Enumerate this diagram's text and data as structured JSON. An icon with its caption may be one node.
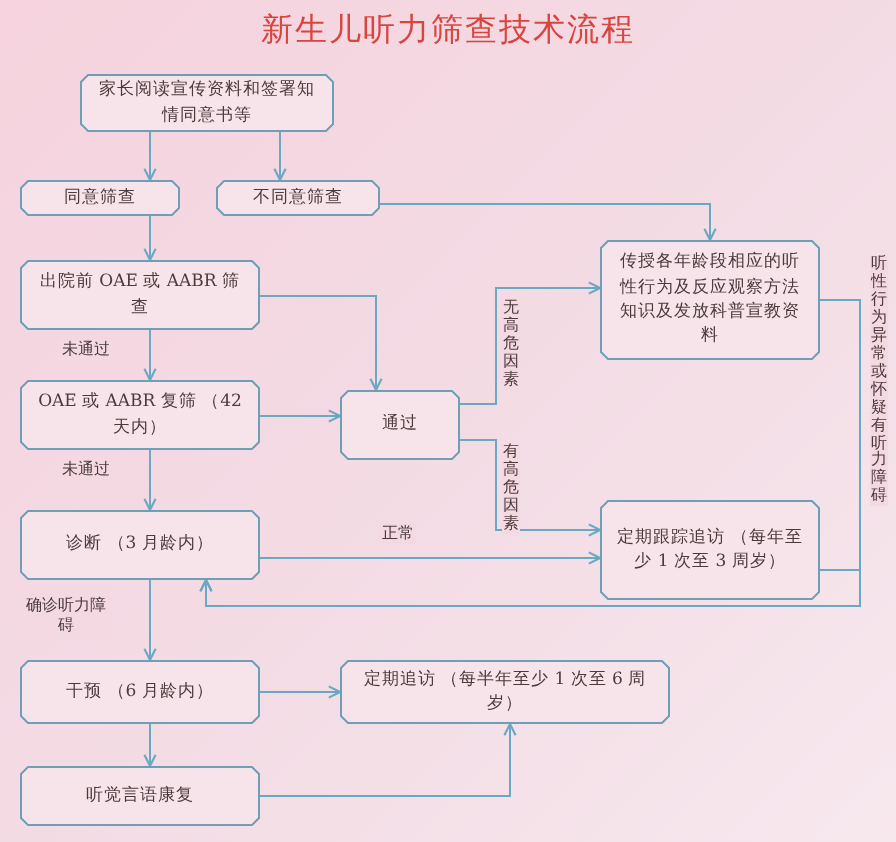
{
  "diagram": {
    "title": "新生儿听力筛查技术流程",
    "nodes": [
      {
        "text": [
          "家长阅读宣传资料和签署知情同意书等"
        ]
      },
      {
        "text": [
          "同意筛查"
        ]
      },
      {
        "text": [
          "不同意筛查"
        ]
      },
      {
        "text": [
          "出院前 OAE 或 AABR 筛查"
        ]
      },
      {
        "text": [
          "OAE 或 AABR 复筛 （42 天内）"
        ]
      },
      {
        "text": [
          "通过"
        ]
      },
      {
        "text": [
          "传授各年龄段相应的听性行为及反应观察方法知识及发放科普宣教资料"
        ]
      },
      {
        "text": [
          "定期跟踪追访 （每年至少 1 次至 3 周岁）"
        ]
      },
      {
        "text": [
          "诊断 （3 月龄内）"
        ]
      },
      {
        "text": [
          "干预 （6 月龄内）"
        ]
      },
      {
        "text": [
          "定期追访 （每半年至少 1 次至 6 周岁）"
        ]
      },
      {
        "text": [
          "听觉言语康复"
        ]
      }
    ],
    "edges": [
      {
        "from": 0,
        "to": 1,
        "arrow": "to"
      },
      {
        "from": 0,
        "to": 2,
        "arrow": "to"
      },
      {
        "from": 1,
        "to": 3,
        "arrow": "to"
      },
      {
        "from": 3,
        "to": 4,
        "arrow": "to",
        "label": "未通过"
      },
      {
        "from": 3,
        "to": 5,
        "arrow": "to"
      },
      {
        "from": 4,
        "to": 5,
        "arrow": "to"
      },
      {
        "from": 4,
        "to": 8,
        "arrow": "to",
        "label": "未通过"
      },
      {
        "from": 2,
        "to": 6,
        "arrow": "to"
      },
      {
        "from": 5,
        "to": 6,
        "arrow": "to",
        "label": "无高危因素"
      },
      {
        "from": 5,
        "to": 7,
        "arrow": "to",
        "label": "有高危因素"
      },
      {
        "from": 8,
        "to": 7,
        "arrow": "to",
        "label": "正常"
      },
      {
        "from": 6,
        "to": 8,
        "arrow": "to",
        "label": "听性行为异常或怀疑有听力障碍"
      },
      {
        "from": 7,
        "to": 8,
        "arrow": "to"
      },
      {
        "from": 8,
        "to": 9,
        "arrow": "to",
        "label": "确诊听力障碍"
      },
      {
        "from": 9,
        "to": 10,
        "arrow": "to"
      },
      {
        "from": 9,
        "to": 11,
        "arrow": "to"
      },
      {
        "from": 11,
        "to": 10,
        "arrow": "to"
      }
    ]
  }
}
